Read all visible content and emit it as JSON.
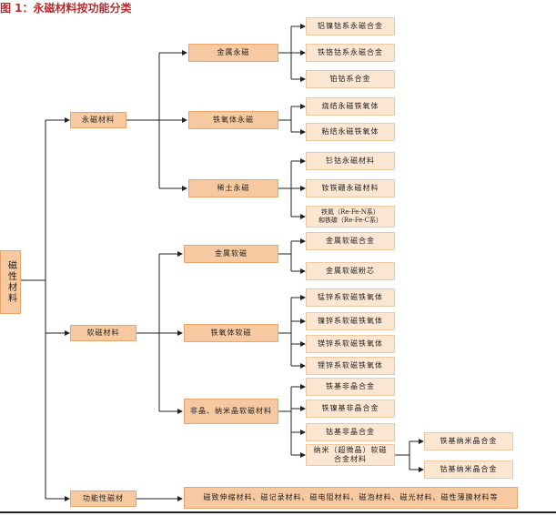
{
  "caption": "图 1：永磁材料按功能分类",
  "root": "磁性材料",
  "level1": {
    "permanent": "永磁材料",
    "soft": "软磁材料",
    "functional": "功能性磁材"
  },
  "level2": {
    "metal_perm": "金属永磁",
    "ferrite_perm": "铁氧体永磁",
    "rare_earth": "稀土永磁",
    "metal_soft": "金属软磁",
    "ferrite_soft": "铁氧体软磁",
    "amorphous": "非晶、纳米晶软磁材料",
    "functional_list": "磁致伸缩材料、磁记录材料、磁电阻材料、磁泡材料、磁光材料、磁性薄膜材料等"
  },
  "level3": {
    "l1": "铝镍钴系永磁合金",
    "l2": "铁铬钴系永磁合金",
    "l3": "铂钴系合金",
    "l4": "烧结永磁铁氧体",
    "l5": "粘结永磁铁氧体",
    "l6": "钐钴永磁材料",
    "l7": "钕铁硼永磁材料",
    "l8a": "铁氮（Re-Fe-N系）",
    "l8b": "和铁碳（Re-Fe-C系）",
    "l9": "金属软磁合金",
    "l10": "金属软磁粉芯",
    "l11": "锰锌系软磁铁氧体",
    "l12": "镍锌系软磁铁氧体",
    "l13": "镁锌系软磁铁氧体",
    "l14": "锂锌系软磁铁氧体",
    "l15": "铁基非晶合金",
    "l16": "铁镍基非晶合金",
    "l17": "钴基非晶合金",
    "l18": "纳米（超微晶）软磁合金材料"
  },
  "level4": {
    "n1": "铁基纳米晶合金",
    "n2": "钴基纳米晶合金"
  }
}
